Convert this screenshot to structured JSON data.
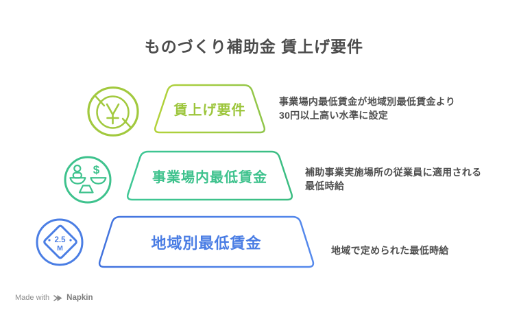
{
  "title": "ものづくり補助金 賃上げ要件",
  "pyramid": {
    "levels": [
      {
        "label": "賃上げ要件",
        "description": "事業場内最低賃金が地域別最低賃金より\n30円以上高い水準に設定",
        "color": "#9cc53b",
        "icon": "yen-coin-icon",
        "icon_glyph": "¥"
      },
      {
        "label": "事業場内最低賃金",
        "description": "補助事業実施場所の従業員に適用される\n最低時給",
        "color": "#3ec28d",
        "icon": "balance-scale-icon",
        "icon_glyph": "$"
      },
      {
        "label": "地域別最低賃金",
        "description": "地域で定められた最低時給",
        "color": "#4b7ee4",
        "icon": "diamond-badge-icon",
        "icon_value": "2.5",
        "icon_unit": "M"
      }
    ]
  },
  "palette": {
    "level1_lime": "#a2c93e",
    "level2_emerald": "#3ec28d",
    "level3_blue": "#4b7ee4",
    "heading_gray": "#4c4c4c",
    "description_gray": "#4f4f4f",
    "watermark_gray": "#8b8b8b"
  },
  "footer": {
    "made_with": "Made with",
    "brand": "Napkin",
    "icon": "napkin-logo-icon"
  }
}
